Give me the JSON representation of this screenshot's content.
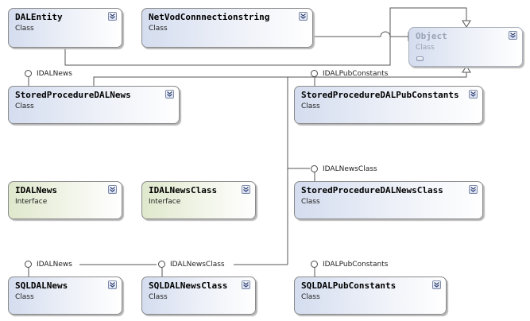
{
  "classes": {
    "dalentity": {
      "name": "DALEntity",
      "kind": "Class"
    },
    "netvod": {
      "name": "NetVodConnnectionstring",
      "kind": "Class"
    },
    "object": {
      "name": "Object",
      "kind": "Class"
    },
    "sp_dalnews": {
      "name": "StoredProcedureDALNews",
      "kind": "Class"
    },
    "sp_dalpubconstants": {
      "name": "StoredProcedureDALPubConstants",
      "kind": "Class"
    },
    "idalnews_iface": {
      "name": "IDALNews",
      "kind": "Interface"
    },
    "idalnewsclass_iface": {
      "name": "IDALNewsClass",
      "kind": "Interface"
    },
    "sp_dalnewsclass": {
      "name": "StoredProcedureDALNewsClass",
      "kind": "Class"
    },
    "sql_dalnews": {
      "name": "SQLDALNews",
      "kind": "Class"
    },
    "sql_dalnewsclass": {
      "name": "SQLDALNewsClass",
      "kind": "Class"
    },
    "sql_dalpubconstants": {
      "name": "SQLDALPubConstants",
      "kind": "Class"
    }
  },
  "interface_labels": {
    "sp_dalnews": "IDALNews",
    "sp_dalpubconstants": "IDALPubConstants",
    "sp_dalnewsclass": "IDALNewsClass",
    "sql_dalnews": "IDALNews",
    "sql_dalnewsclass": "IDALNewsClass",
    "sql_dalpubconstants": "IDALPubConstants"
  },
  "colors": {
    "class_fill": "#d4ddef",
    "interface_fill": "#dfe8cc",
    "border": "#8a8a8a",
    "line": "#555555"
  },
  "icons": {
    "expand": "chevron-double-down-icon",
    "lollipop": "interface-lollipop-icon",
    "inheritance": "inheritance-arrow-icon"
  }
}
